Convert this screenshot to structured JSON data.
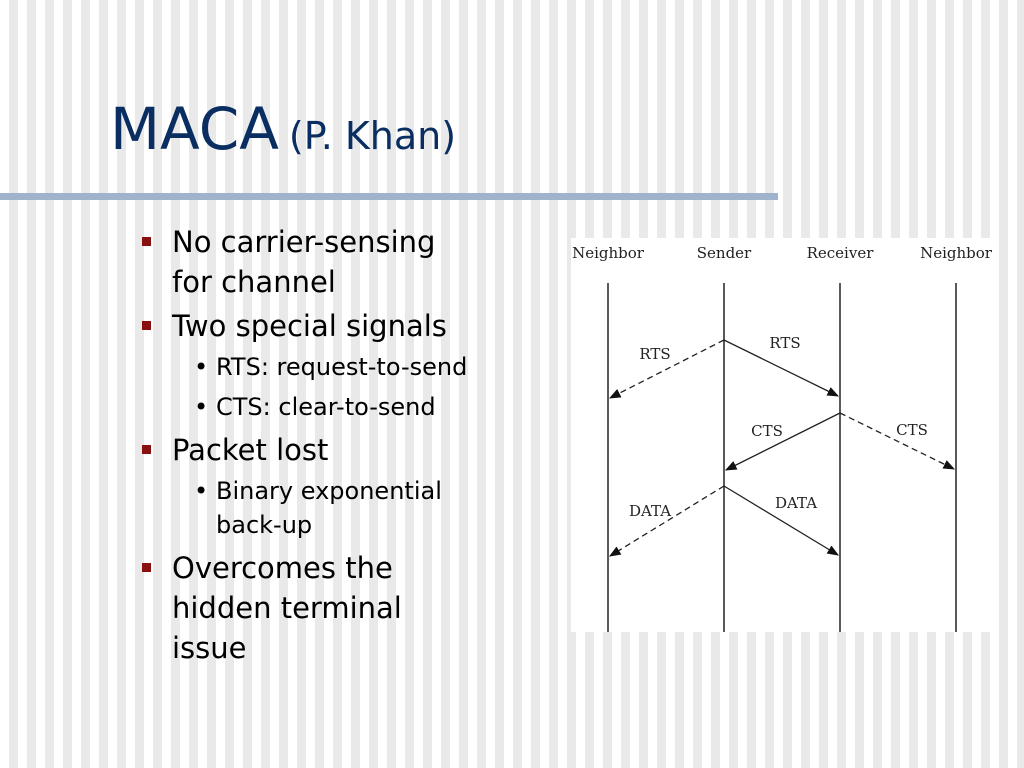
{
  "slide": {
    "title_main": "MACA",
    "title_sub": "(P. Khan)"
  },
  "bullets": [
    {
      "text": "No carrier-sensing for channel",
      "lines": [
        "No carrier-sensing",
        "for channel"
      ],
      "sub": []
    },
    {
      "text": "Two special signals",
      "lines": [
        "Two special signals"
      ],
      "sub": [
        {
          "lines": [
            "RTS: request-to-send"
          ]
        },
        {
          "lines": [
            "CTS: clear-to-send"
          ]
        }
      ]
    },
    {
      "text": "Packet lost",
      "lines": [
        "Packet lost"
      ],
      "sub": [
        {
          "lines": [
            "Binary exponential",
            "back-up"
          ]
        }
      ]
    },
    {
      "text": "Overcomes the hidden terminal issue",
      "lines": [
        "Overcomes the",
        "hidden terminal",
        "issue"
      ],
      "sub": []
    }
  ],
  "diagram": {
    "nodes": [
      "Neighbor",
      "Sender",
      "Receiver",
      "Neighbor"
    ],
    "messages": [
      {
        "label": "RTS",
        "from": "Sender",
        "to": "Neighbor (left)",
        "style": "dashed"
      },
      {
        "label": "RTS",
        "from": "Sender",
        "to": "Receiver",
        "style": "solid"
      },
      {
        "label": "CTS",
        "from": "Receiver",
        "to": "Sender",
        "style": "solid"
      },
      {
        "label": "CTS",
        "from": "Receiver",
        "to": "Neighbor (right)",
        "style": "dashed"
      },
      {
        "label": "DATA",
        "from": "Sender",
        "to": "Neighbor (left)",
        "style": "dashed"
      },
      {
        "label": "DATA",
        "from": "Sender",
        "to": "Receiver",
        "style": "solid"
      }
    ]
  }
}
